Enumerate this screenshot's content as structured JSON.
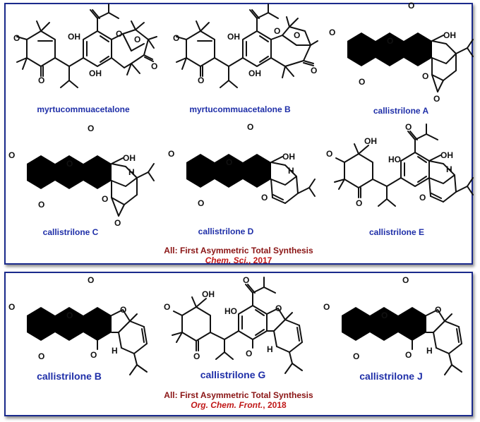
{
  "top_panel": {
    "compounds": [
      "myrtucommuacetalone",
      "myrtucommuacetalone B",
      "callistrilone A",
      "callistrilone C",
      "callistrilone D",
      "callistrilone E"
    ],
    "caption_title": "All: First Asymmetric Total Synthesis",
    "caption_journal": "Chem. Sci.",
    "caption_year": ", 2017"
  },
  "bottom_panel": {
    "compounds": [
      "callistrilone B",
      "callistrilone G",
      "callistrilone J"
    ],
    "caption_title": "All: First Asymmetric Total Synthesis",
    "caption_journal": "Org. Chem. Front.",
    "caption_year": ",  2018"
  },
  "atom_labels": {
    "O": "O",
    "OH": "OH",
    "HO": "HO",
    "H": "H",
    "OMe": "O"
  },
  "colors": {
    "frame": "#1a2a8c",
    "compound_name": "#1f2fa8",
    "caption_title": "#8a1414",
    "caption_journal": "#c01818"
  }
}
